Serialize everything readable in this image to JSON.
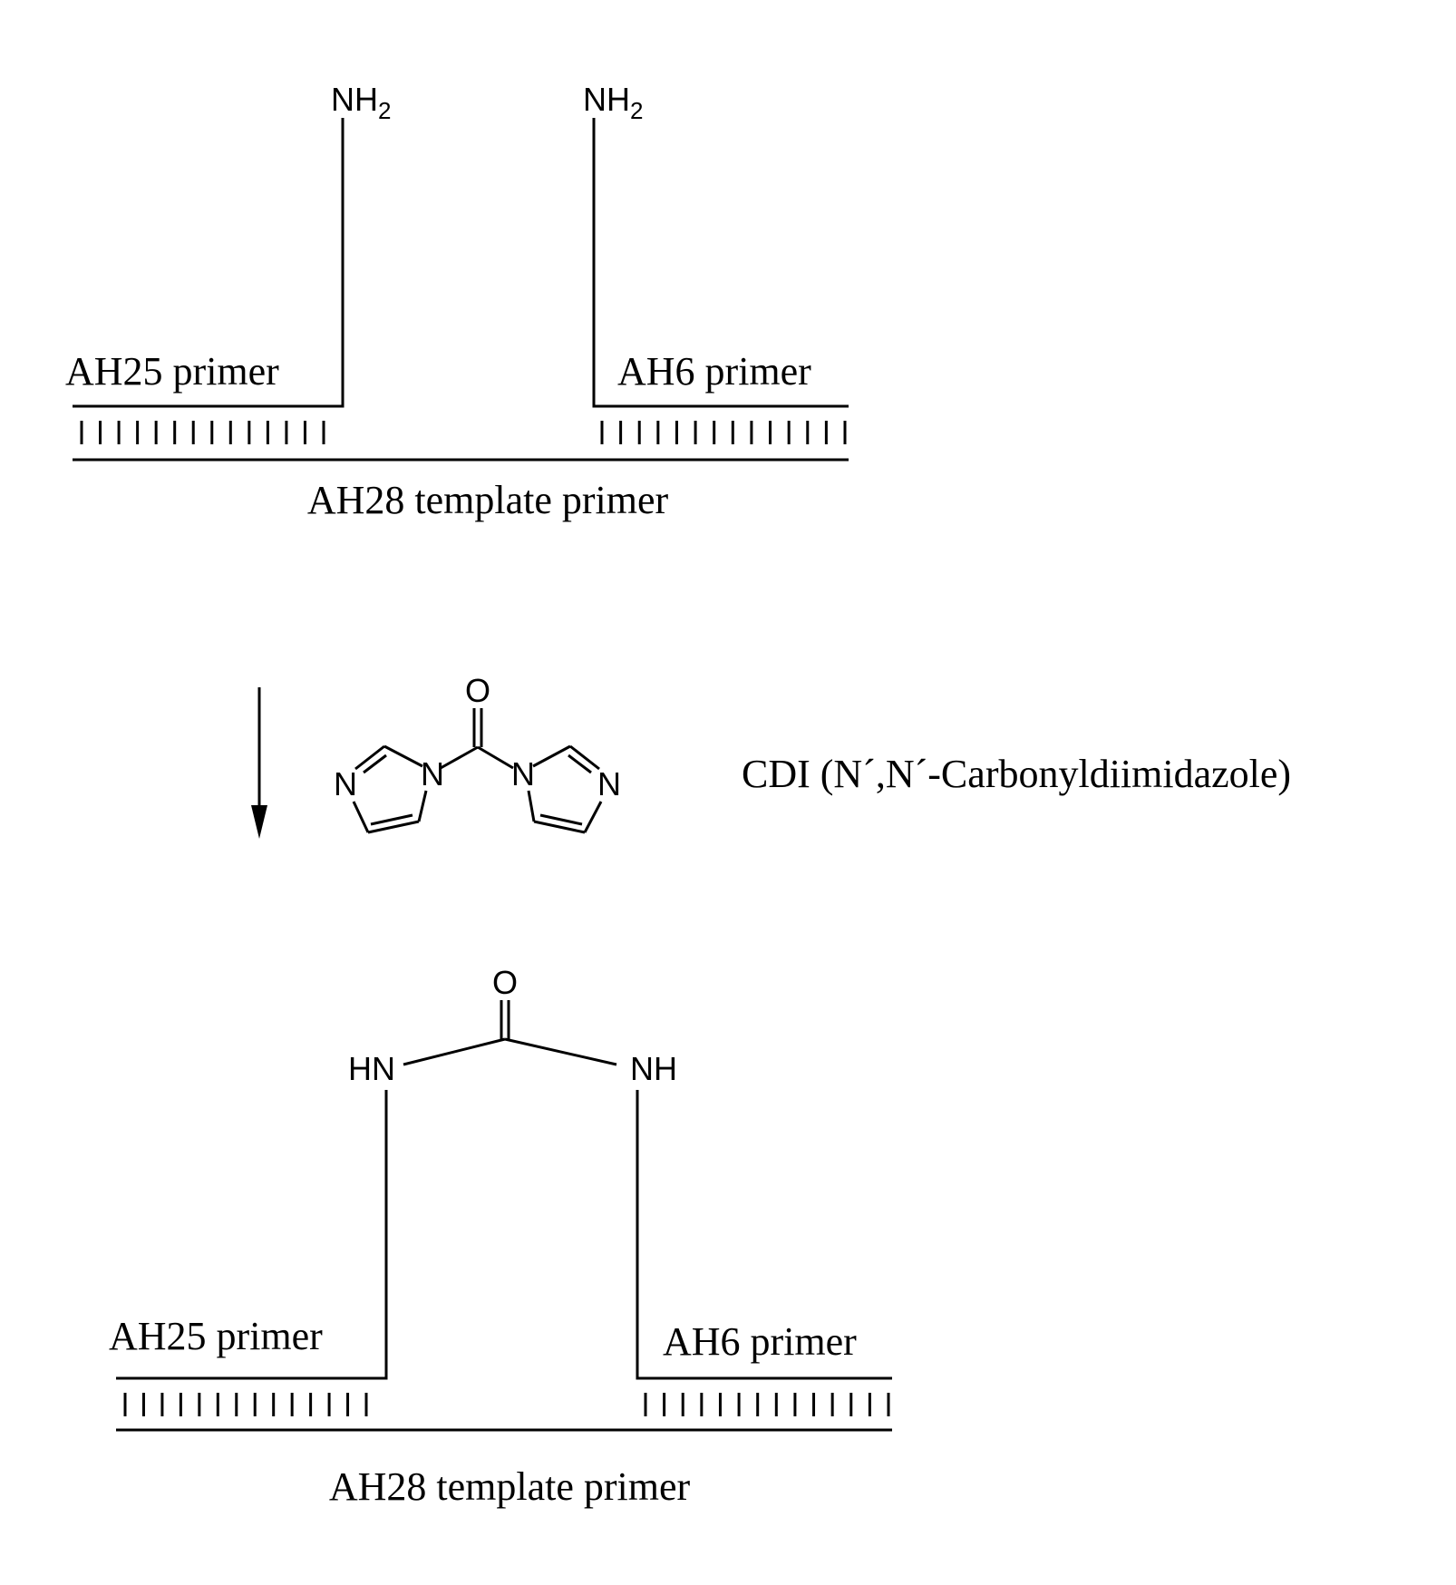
{
  "top_scheme": {
    "left_primer_label": "AH25 primer",
    "right_primer_label": "AH6 primer",
    "template_label": "AH28 template primer",
    "left_amine": {
      "main": "NH",
      "sub": "2"
    },
    "right_amine": {
      "main": "NH",
      "sub": "2"
    }
  },
  "reagent": {
    "label": "CDI (N´,N´-Carbonyldiimidazole)",
    "atoms": {
      "carbonyl_o": "O",
      "ring_n": "N"
    }
  },
  "bottom_scheme": {
    "left_primer_label": "AH25 primer",
    "right_primer_label": "AH6 primer",
    "template_label": "AH28 template primer",
    "urea": {
      "o": "O",
      "left_nh": "HN",
      "right_nh": "NH"
    }
  }
}
